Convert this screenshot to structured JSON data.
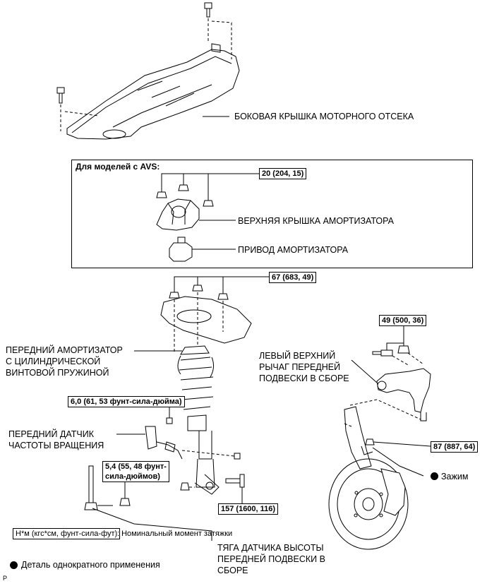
{
  "labels": {
    "engine_cover": "БОКОВАЯ КРЫШКА МОТОРНОГО ОТСЕКА",
    "avs_title": "Для моделей с AVS:",
    "upper_cap": "ВЕРХНЯЯ КРЫШКА АМОРТИЗАТОРА",
    "actuator": "ПРИВОД АМОРТИЗАТОРА",
    "front_shock": "ПЕРЕДНИЙ АМОРТИЗАТОР\nС ЦИЛИНДРИЧЕСКОЙ\nВИНТОВОЙ ПРУЖИНОЙ",
    "upper_arm": "ЛЕВЫЙ ВЕРХНИЙ\nРЫЧАГ ПЕРЕДНЕЙ\nПОДВЕСКИ В СБОРЕ",
    "speed_sensor": "ПЕРЕДНИЙ ДАТЧИК\nЧАСТОТЫ ВРАЩЕНИЯ",
    "clamp": "Зажим",
    "height_rod": "ТЯГА ДАТЧИКА ВЫСОТЫ\nПЕРЕДНЕЙ ПОДВЕСКИ В\nСБОРЕ",
    "legend_torque_suffix": ": Номинальный момент затяжки",
    "legend_single_use": "Деталь однократного применения",
    "page_mark": "P"
  },
  "torques": {
    "t20": "20 (204, 15)",
    "t67": "67 (683, 49)",
    "t49": "49 (500, 36)",
    "t6": "6,0 (61, 53 фунт-сила-дюйма)",
    "t5": "5,4 (55, 48 фунт-\nсила-дюймов)",
    "t87": "87 (887, 64)",
    "t157": "157 (1600, 116)",
    "legend_unit": "Н*м (кгс*см, фунт-сила-фут)"
  }
}
